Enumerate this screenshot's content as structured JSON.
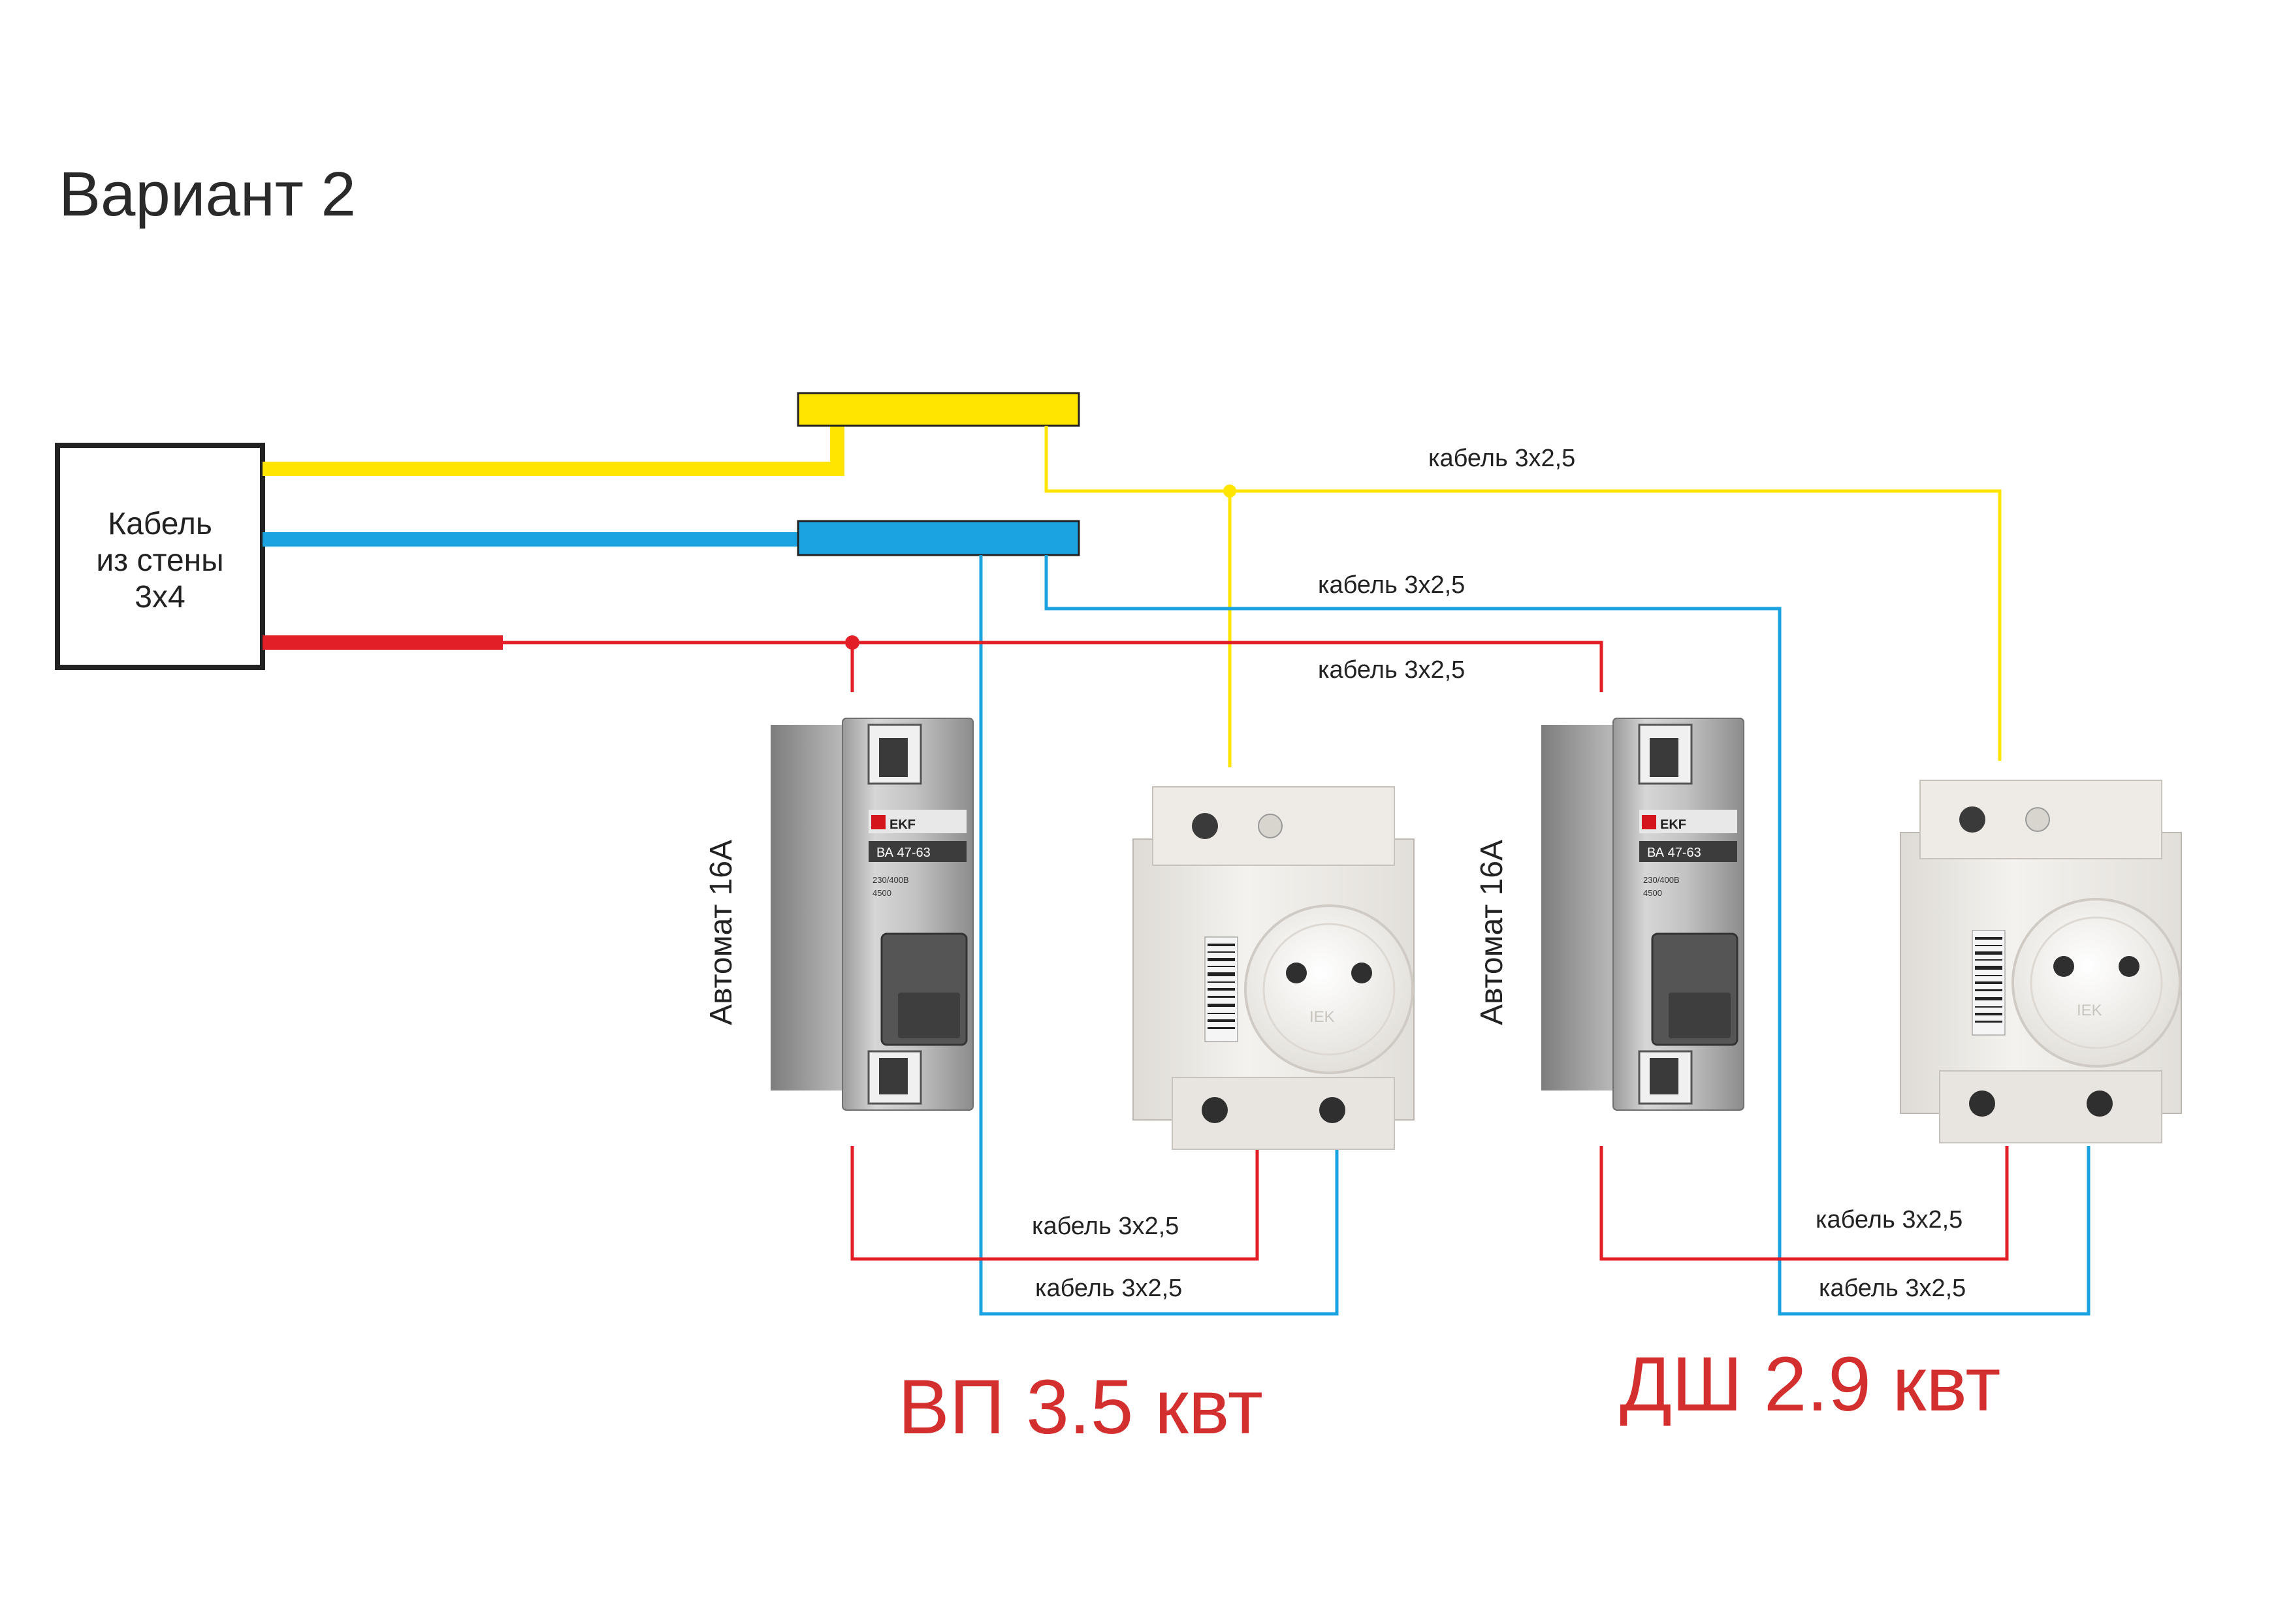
{
  "title": "Вариант 2",
  "source_box": {
    "line1": "Кабель",
    "line2": "из стены",
    "line3": "3х4"
  },
  "cable_labels": {
    "yellow_top": "кабель 3х2,5",
    "blue_top": "кабель 3х2,5",
    "red_top": "кабель 3х2,5",
    "left_red_bottom": "кабель 3х2,5",
    "left_blue_bottom": "кабель 3х2,5",
    "right_red_bottom": "кабель 3х2,5",
    "right_blue_bottom": "кабель 3х2,5"
  },
  "breakers": [
    {
      "label": "Автомат 16А",
      "brand": "EKF",
      "model": "ВА 47-63",
      "rating_text": "230/400В",
      "icap": "4500"
    },
    {
      "label": "Автомат 16А",
      "brand": "EKF",
      "model": "ВА 47-63",
      "rating_text": "230/400В",
      "icap": "4500"
    }
  ],
  "sockets": [
    {
      "mark": "IEK"
    },
    {
      "mark": "IEK"
    }
  ],
  "loads": [
    {
      "label": "ВП 3.5 квт"
    },
    {
      "label": "ДШ 2.9 квт"
    }
  ],
  "colors": {
    "phase": "#e21f26",
    "neutral": "#1aa3e0",
    "earth": "#ffe500",
    "load_text": "#d42f2f",
    "text": "#222222"
  }
}
